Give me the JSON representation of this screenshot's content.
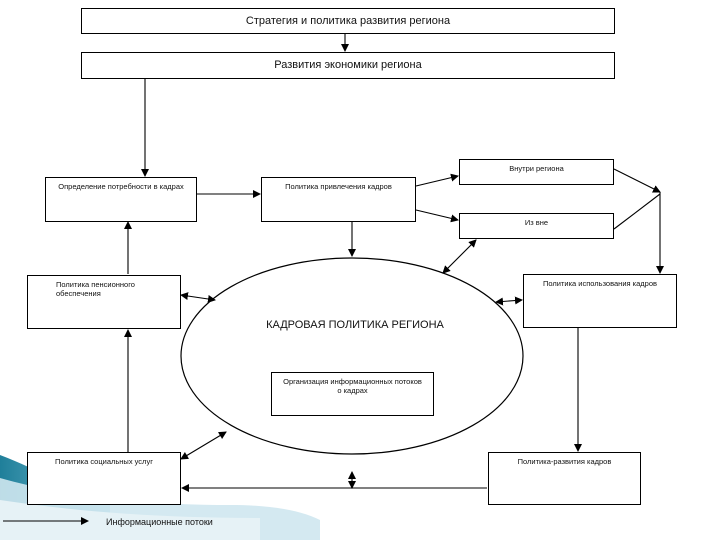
{
  "diagram": {
    "title_box": "Стратегия и политика развития региона",
    "economy_box": "Развития экономики региона",
    "staff_needs_box": "Определение потребности в кадрах",
    "attraction_box": "Политика привлечения кадров",
    "inside_region_box": "Внутри региона",
    "outside_box": "Из вне",
    "pension_box": "Политика пенсионного обеспечения",
    "usage_box": "Политика использования кадров",
    "center_label": "КАДРОВАЯ ПОЛИТИКА РЕГИОНА",
    "info_org_box": "Организация информационных потоков о кадрах",
    "social_box": "Политика социальных услуг",
    "development_box": "Политика-развития кадров"
  },
  "legend": {
    "label": "Информационные потоки"
  },
  "colors": {
    "line": "#000000",
    "accent_teal": "#2a8fa8",
    "accent_light": "#cfe7ef"
  }
}
